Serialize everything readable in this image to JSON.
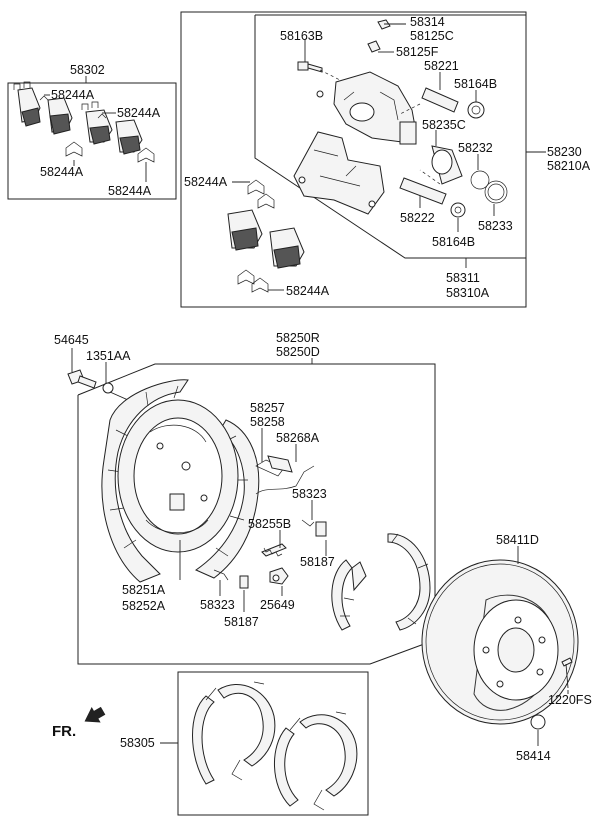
{
  "labels": {
    "l58302": "58302",
    "l58244A_1": "58244A",
    "l58244A_2": "58244A",
    "l58244A_3": "58244A",
    "l58244A_4": "58244A",
    "l58244A_5": "58244A",
    "l58244A_6": "58244A",
    "l58314": "58314",
    "l58125C": "58125C",
    "l58163B": "58163B",
    "l58125F": "58125F",
    "l58221": "58221",
    "l58164B_1": "58164B",
    "l58235C": "58235C",
    "l58232": "58232",
    "l58230": "58230",
    "l58210A": "58210A",
    "l58222": "58222",
    "l58233": "58233",
    "l58164B_2": "58164B",
    "l58311": "58311",
    "l58310A": "58310A",
    "l54645": "54645",
    "l1351AA": "1351AA",
    "l58250R": "58250R",
    "l58250D": "58250D",
    "l58257": "58257",
    "l58258": "58258",
    "l58268A": "58268A",
    "l58323_1": "58323",
    "l58255B": "58255B",
    "l58187_1": "58187",
    "l58251A": "58251A",
    "l58252A": "58252A",
    "l58323_2": "58323",
    "l25649": "25649",
    "l58187_2": "58187",
    "l58411D": "58411D",
    "l1220FS": "1220FS",
    "l58414": "58414",
    "l58305": "58305",
    "fr": "FR."
  }
}
